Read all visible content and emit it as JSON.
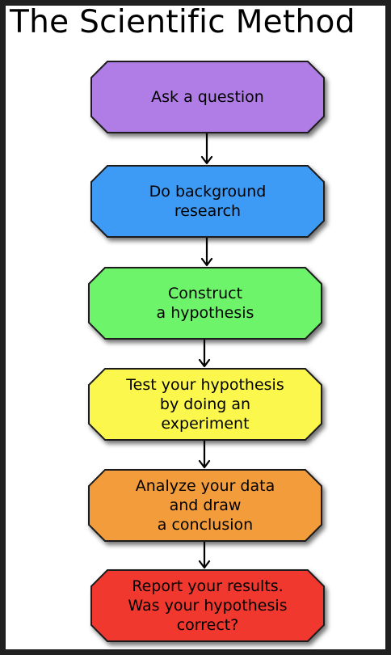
{
  "title": "The Scientific Method",
  "steps": [
    {
      "lines": [
        "Ask a question"
      ],
      "color": "#b07ce6"
    },
    {
      "lines": [
        "Do background",
        "research"
      ],
      "color": "#3c9bf5"
    },
    {
      "lines": [
        "Construct",
        "a hypothesis"
      ],
      "color": "#6ef46a"
    },
    {
      "lines": [
        "Test your hypothesis",
        "by doing an",
        "experiment"
      ],
      "color": "#fbf74e"
    },
    {
      "lines": [
        "Analyze your data",
        "and draw",
        "a conclusion"
      ],
      "color": "#f39c3a"
    },
    {
      "lines": [
        "Report your results.",
        "Was your hypothesis",
        "correct?"
      ],
      "color": "#f0392f"
    }
  ],
  "colors": {
    "frame": "#202020",
    "outline": "#1a1a1a",
    "arrow": "#000000"
  }
}
